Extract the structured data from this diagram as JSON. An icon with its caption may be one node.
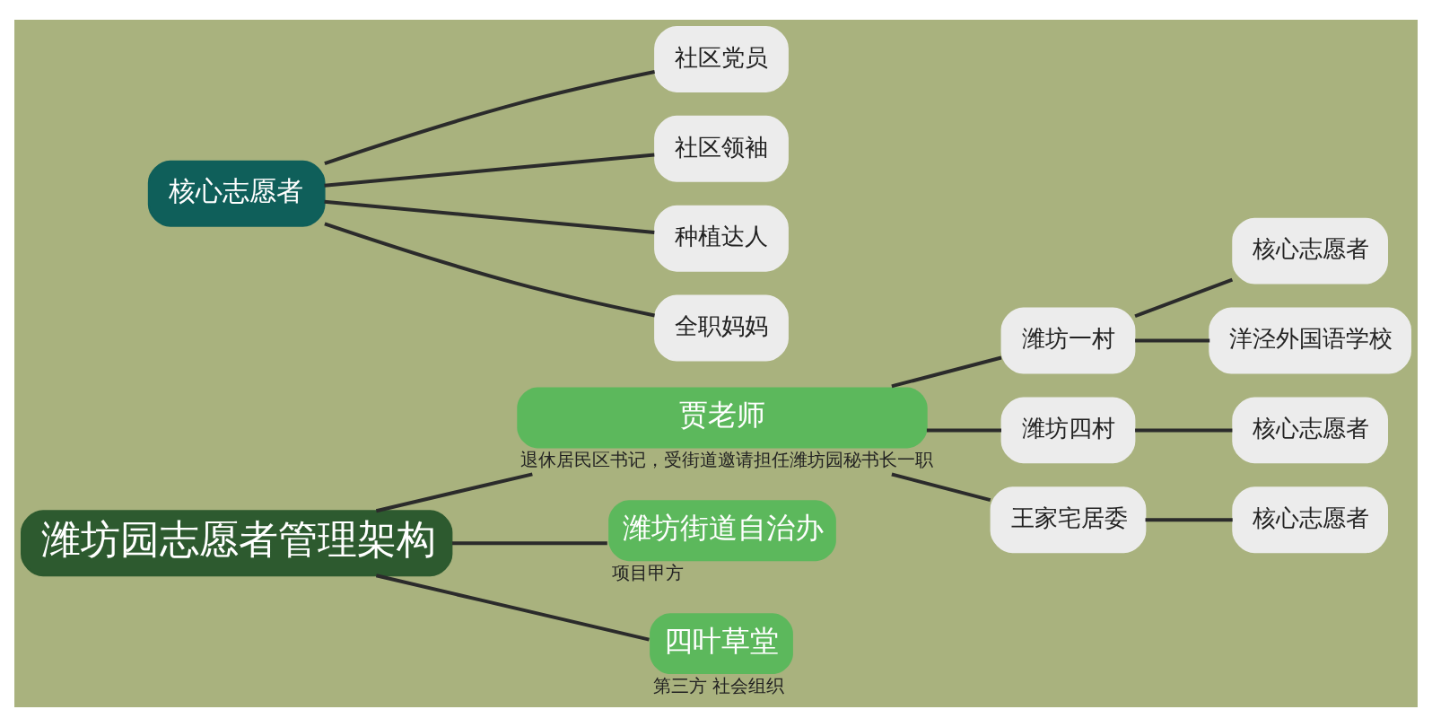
{
  "diagram": {
    "nodes": [
      {
        "text": [
          "潍坊园志愿者管理架构"
        ]
      },
      {
        "text": [
          "贾老师"
        ],
        "beside": [
          "退休居民区书记，受街道邀请担任潍坊园秘书长一职"
        ]
      },
      {
        "text": [
          "潍坊一村"
        ]
      },
      {
        "text": [
          "核心志愿者"
        ]
      },
      {
        "text": [
          "洋泾外国语学校"
        ]
      },
      {
        "text": [
          "潍坊四村"
        ]
      },
      {
        "text": [
          "核心志愿者"
        ]
      },
      {
        "text": [
          "王家宅居委"
        ]
      },
      {
        "text": [
          "核心志愿者"
        ]
      },
      {
        "text": [
          "潍坊街道自治办"
        ],
        "beside": [
          "项目甲方"
        ]
      },
      {
        "text": [
          "四叶草堂"
        ],
        "beside": [
          "第三方 社会组织"
        ]
      },
      {
        "text": [
          "核心志愿者"
        ]
      },
      {
        "text": [
          "社区党员"
        ]
      },
      {
        "text": [
          "社区领袖"
        ]
      },
      {
        "text": [
          "种植达人"
        ]
      },
      {
        "text": [
          "全职妈妈"
        ]
      }
    ],
    "edges": [
      {
        "from": 0,
        "to": 1,
        "arrow": "none"
      },
      {
        "from": 0,
        "to": 9,
        "arrow": "none"
      },
      {
        "from": 0,
        "to": 10,
        "arrow": "none"
      },
      {
        "from": 1,
        "to": 2,
        "arrow": "none"
      },
      {
        "from": 1,
        "to": 5,
        "arrow": "none"
      },
      {
        "from": 1,
        "to": 7,
        "arrow": "none"
      },
      {
        "from": 2,
        "to": 3,
        "arrow": "none"
      },
      {
        "from": 2,
        "to": 4,
        "arrow": "none"
      },
      {
        "from": 5,
        "to": 6,
        "arrow": "none"
      },
      {
        "from": 7,
        "to": 8,
        "arrow": "none"
      },
      {
        "from": 11,
        "to": 12,
        "arrow": "none"
      },
      {
        "from": 11,
        "to": 13,
        "arrow": "none"
      },
      {
        "from": 11,
        "to": 14,
        "arrow": "none"
      },
      {
        "from": 11,
        "to": 15,
        "arrow": "none"
      }
    ]
  }
}
